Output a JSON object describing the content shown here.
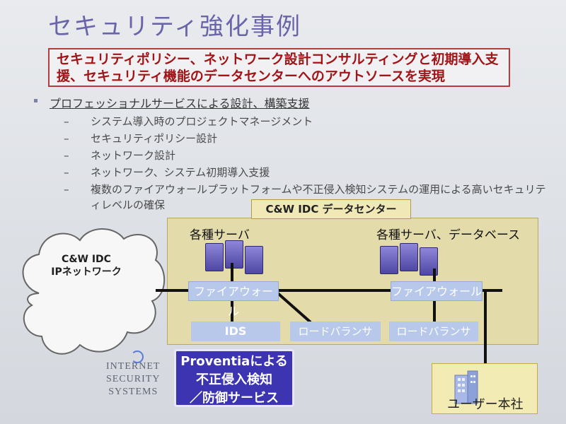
{
  "title": "セキュリティ強化事例",
  "highlight": {
    "line1": "セキュリティポリシー、ネットワーク設計コンサルティングと初期導入支",
    "line2": "援、セキュリティ機能のデータセンターへのアウトソースを実現"
  },
  "section_title": "プロフェッショナルサービスによる設計、構築支援",
  "subitems": [
    "システム導入時のプロジェクトマネージメント",
    "セキュリティポリシー設計",
    "ネットワーク設計",
    "ネットワーク、システム初期導入支援",
    "複数のファイアウォールプラットフォームや不正侵入検知システムの運用による高いセキュリティレベルの確保"
  ],
  "cloud": {
    "line1": "C&W IDC",
    "line2": "IPネットワーク"
  },
  "dc_label": "C&W IDC データセンター",
  "server_label_left": "各種サーバ",
  "server_label_right": "各種サーバ、データベース",
  "firewall_label": "ファイアウォール",
  "ids_label": "IDS",
  "load_balancer_label": "ロードバランサ",
  "provention": {
    "line1": "Proventiaによる",
    "line2": "不正侵入検知",
    "line3": "／防御サービス"
  },
  "logo": {
    "line1": "INTERNET",
    "line2": "SECURITY",
    "line3": "SYSTEMS"
  },
  "hq_label": "ユーザー本社"
}
